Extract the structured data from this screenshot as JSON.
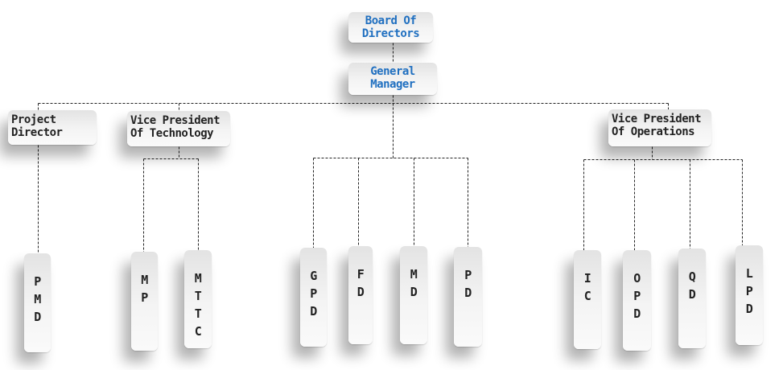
{
  "chart": {
    "title_nodes": {
      "board": "Board Of\nDirectors",
      "gm": "General\nManager"
    },
    "board": {
      "line1": "Board Of",
      "line2": "Directors"
    },
    "general_manager": {
      "line1": "General",
      "line2": "Manager"
    },
    "project_director": {
      "line1": "Project",
      "line2": "Director"
    },
    "vp_technology": {
      "line1": "Vice President",
      "line2": "Of Technology"
    },
    "vp_operations": {
      "line1": "Vice President",
      "line2": "Of Operations"
    },
    "leaves": [
      {
        "id": "pmd",
        "letters": [
          "P",
          "M",
          "D"
        ]
      },
      {
        "id": "mp",
        "letters": [
          "M",
          "P"
        ]
      },
      {
        "id": "mttc",
        "letters": [
          "M",
          "T",
          "T",
          "C"
        ]
      },
      {
        "id": "gpd",
        "letters": [
          "G",
          "P",
          "D"
        ]
      },
      {
        "id": "fd",
        "letters": [
          "F",
          "D"
        ]
      },
      {
        "id": "md",
        "letters": [
          "M",
          "D"
        ]
      },
      {
        "id": "pd",
        "letters": [
          "P",
          "D"
        ]
      },
      {
        "id": "ic",
        "letters": [
          "I",
          "C"
        ]
      },
      {
        "id": "opd",
        "letters": [
          "O",
          "P",
          "D"
        ]
      },
      {
        "id": "qd",
        "letters": [
          "Q",
          "D"
        ]
      },
      {
        "id": "lpd",
        "letters": [
          "L",
          "P",
          "D"
        ]
      }
    ],
    "colors": {
      "top_text": "#1f6fc0",
      "text": "#222222",
      "line": "#222222"
    }
  }
}
